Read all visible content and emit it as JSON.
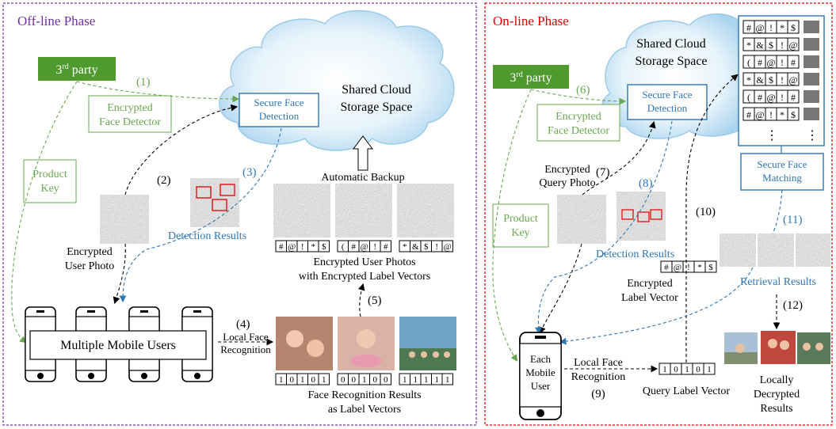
{
  "offline": {
    "title": "Off-line Phase",
    "third_party": {
      "base": "3",
      "sup": "rd",
      "rest": " party"
    },
    "step1": "(1)",
    "enc_detector": [
      "Encrypted",
      "Face Detector"
    ],
    "product_key": [
      "Product",
      "Key"
    ],
    "secure_detection": [
      "Secure Face",
      "Detection"
    ],
    "cloud": [
      "Shared Cloud",
      "Storage Space"
    ],
    "step2": "(2)",
    "step3": "(3)",
    "detection_results": "Detection Results",
    "auto_backup": "Automatic Backup",
    "enc_user_photo": [
      "Encrypted",
      "User Photo"
    ],
    "label_vectors_enc": [
      [
        "#",
        "@",
        "!",
        "*",
        "$"
      ],
      [
        "(",
        "#",
        "@",
        "!",
        "#"
      ],
      [
        "*",
        "&",
        "$",
        "!",
        "@"
      ]
    ],
    "enc_photos_caption": [
      "Encrypted User Photos",
      "with Encrypted Label Vectors"
    ],
    "step4": "(4)",
    "step5": "(5)",
    "local_face_rec": [
      "Local Face",
      "Recognition"
    ],
    "multiple_users": "Multiple Mobile Users",
    "label_vectors_plain": [
      [
        "1",
        "0",
        "1",
        "0",
        "1"
      ],
      [
        "0",
        "0",
        "1",
        "0",
        "0"
      ],
      [
        "1",
        "1",
        "1",
        "1",
        "1"
      ]
    ],
    "fr_caption": [
      "Face Recognition Results",
      "as Label Vectors"
    ]
  },
  "online": {
    "title": "On-line Phase",
    "third_party": {
      "base": "3",
      "sup": "rd",
      "rest": " party"
    },
    "step6": "(6)",
    "enc_detector": [
      "Encrypted",
      "Face Detector"
    ],
    "product_key": [
      "Product",
      "Key"
    ],
    "cloud": [
      "Shared Cloud",
      "Storage Space"
    ],
    "secure_detection": [
      "Secure Face",
      "Detection"
    ],
    "db_rows": [
      [
        "#",
        "@",
        "!",
        "*",
        "$"
      ],
      [
        "*",
        "&",
        "$",
        "!",
        "@"
      ],
      [
        "(",
        "#",
        "@",
        "!",
        "#"
      ],
      [
        "*",
        "&",
        "$",
        "!",
        "@"
      ],
      [
        "(",
        "#",
        "@",
        "!",
        "#"
      ],
      [
        "#",
        "@",
        "!",
        "*",
        "$"
      ]
    ],
    "db_dots": "⋮",
    "secure_matching": [
      "Secure Face",
      "Matching"
    ],
    "enc_query_photo": [
      "Encrypted",
      "Query Photo"
    ],
    "step7": "(7)",
    "step8": "(8)",
    "step10": "(10)",
    "step11": "(11)",
    "step12": "(12)",
    "step9": "(9)",
    "detection_results": "Detection Results",
    "enc_label_vec_cells": [
      "#",
      "@",
      "!",
      "*",
      "$"
    ],
    "enc_label_vec_caption": [
      "Encrypted",
      "Label Vector"
    ],
    "retrieval_results": "Retrieval Results",
    "each_user": [
      "Each",
      "Mobile",
      "User"
    ],
    "local_face_rec": [
      "Local Face",
      "Recognition"
    ],
    "query_vec_cells": [
      "1",
      "0",
      "1",
      "0",
      "1"
    ],
    "query_vec_caption": "Query Label Vector",
    "decrypted_caption": [
      "Locally",
      "Decrypted",
      "Results"
    ]
  },
  "colors": {
    "offline_border": "#7030a0",
    "online_border": "#e00000",
    "green": "#6aa84f",
    "green_fill": "#4e9a2e",
    "blue": "#2e75b6",
    "red": "#e00000"
  }
}
